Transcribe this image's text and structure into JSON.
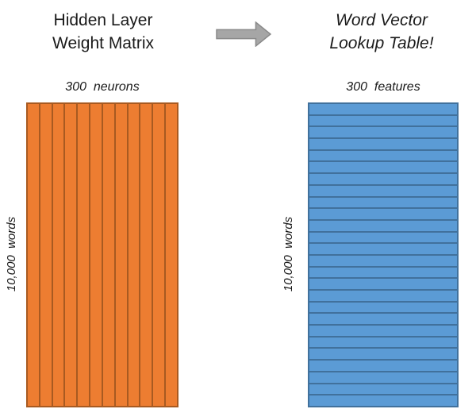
{
  "diagram": {
    "background": "#ffffff",
    "text_color": "#1a1a1a",
    "left": {
      "title_line1": "Hidden Layer",
      "title_line2": "Weight Matrix",
      "top_label": "300  neurons",
      "side_label": "10,000  words",
      "matrix": {
        "orientation": "vertical-stripes",
        "columns": 12,
        "rows": 1,
        "fill": "#ED7D31",
        "line_color": "#A85A21"
      }
    },
    "arrow": {
      "icon": "right-arrow",
      "fill": "#A6A6A6",
      "stroke": "#8A8A8A"
    },
    "right": {
      "title_line1": "Word Vector",
      "title_line2": "Lookup Table!",
      "top_label": "300  features",
      "side_label": "10,000  words",
      "matrix": {
        "orientation": "horizontal-stripes",
        "columns": 1,
        "rows": 26,
        "fill": "#5B9BD5",
        "line_color": "#41719C"
      }
    }
  }
}
